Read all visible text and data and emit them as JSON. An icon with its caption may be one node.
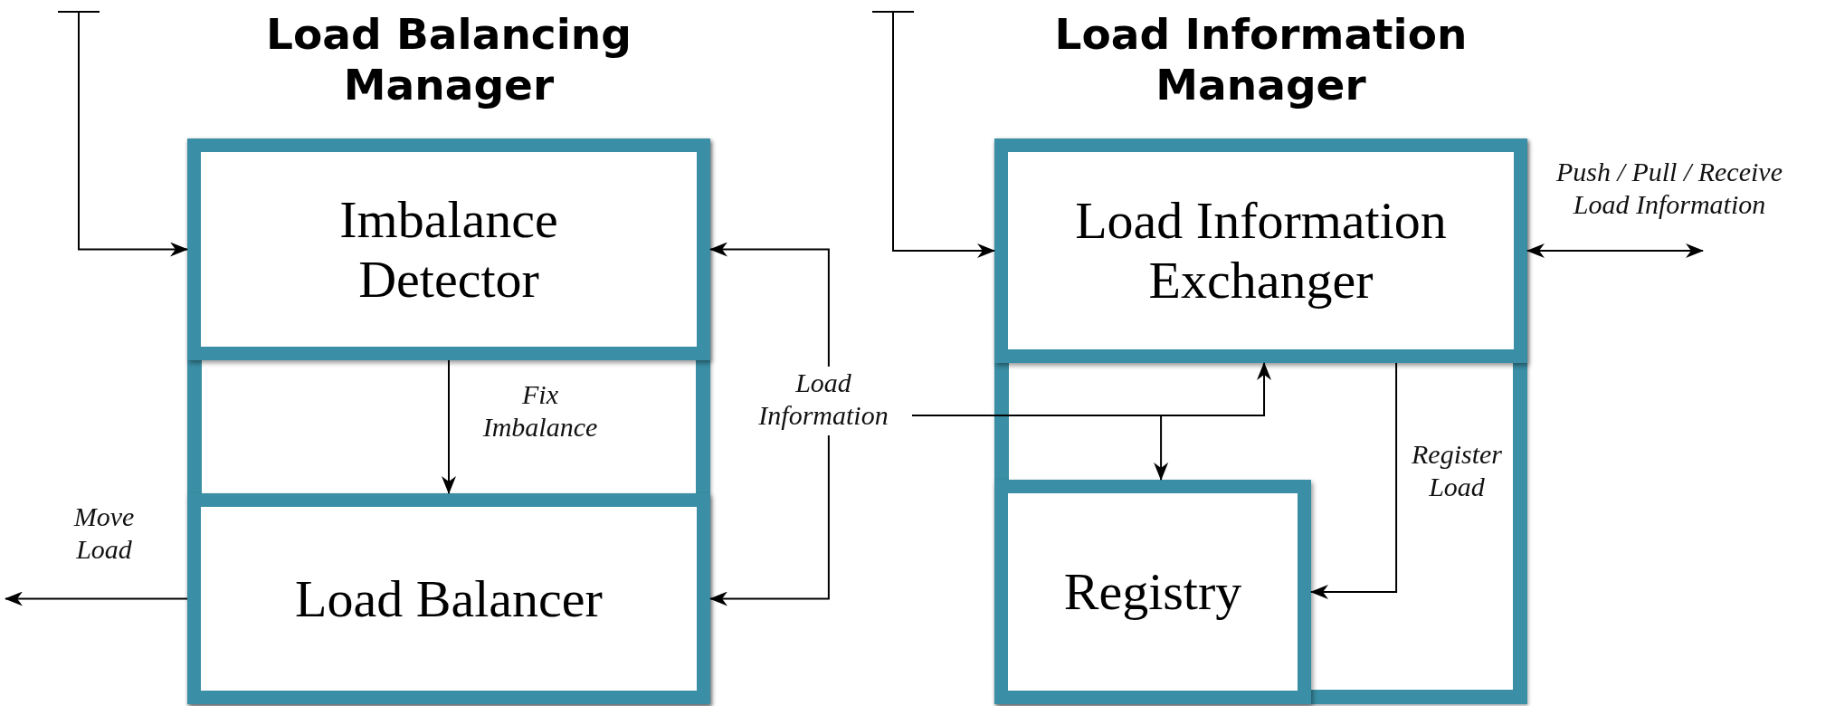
{
  "diagram": {
    "nodes": [
      {
        "text": [
          "Load Balancing Manager"
        ]
      },
      {
        "text": [
          "Imbalance Detector"
        ],
        "in": 0
      },
      {
        "text": [
          "Load Balancer"
        ],
        "in": 0
      },
      {
        "text": [
          "Load Information Manager"
        ]
      },
      {
        "text": [
          "Load Information Exchanger"
        ],
        "in": 3
      },
      {
        "text": [
          "Registry"
        ],
        "in": 3
      },
      {
        "text": [
          "Load Information"
        ]
      }
    ],
    "edges": [
      {
        "from": null,
        "to": 1,
        "arrow": "to"
      },
      {
        "from": null,
        "to": 4,
        "arrow": "to"
      },
      {
        "from": 1,
        "to": 2,
        "arrow": "to",
        "label": "Fix Imbalance"
      },
      {
        "from": 2,
        "to": null,
        "arrow": "to",
        "label": "Move Load"
      },
      {
        "from": 6,
        "to": 1,
        "arrow": "to"
      },
      {
        "from": 6,
        "to": 2,
        "arrow": "to"
      },
      {
        "from": 6,
        "to": 4,
        "arrow": "to"
      },
      {
        "from": 6,
        "to": 5,
        "arrow": "to"
      },
      {
        "from": 4,
        "to": 5,
        "arrow": "to",
        "label": "Register Load"
      },
      {
        "from": 4,
        "to": null,
        "arrow": "both",
        "label": "Push / Pull / Receive Load Information"
      }
    ]
  }
}
